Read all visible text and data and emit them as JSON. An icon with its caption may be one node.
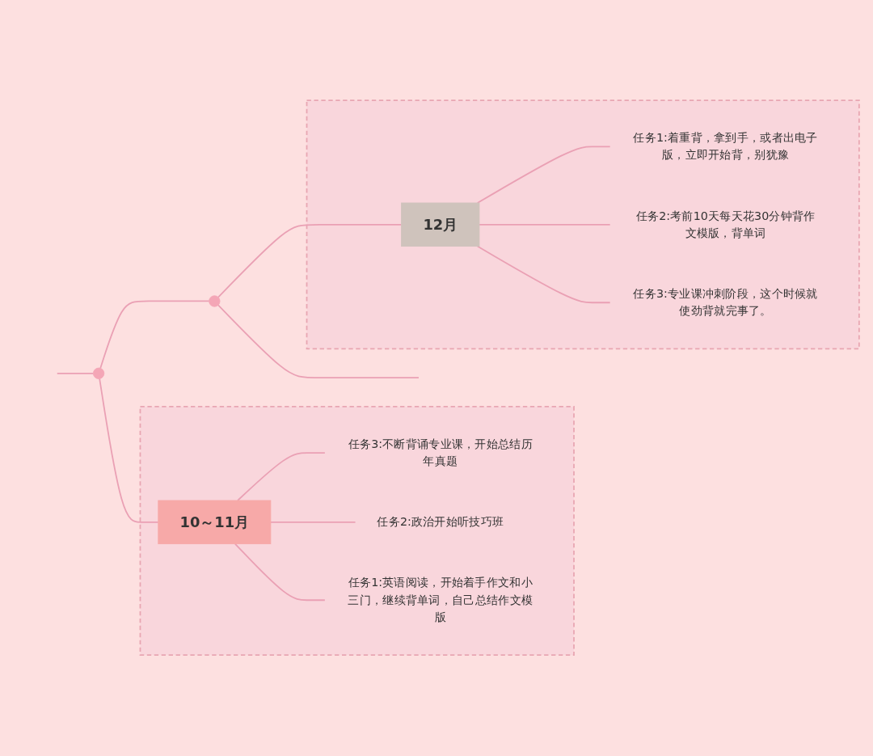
{
  "diagram": {
    "nodes": [
      {
        "text": [],
        "shape": "box"
      },
      {
        "text": [
          "10～11月"
        ],
        "in": 0
      },
      {
        "text": [
          "任务3:不断背诵专业课，开始总结历年真题"
        ],
        "in": 0
      },
      {
        "text": [
          "任务2:政治开始听技巧班"
        ],
        "in": 0
      },
      {
        "text": [
          "任务1:英语阅读，开始着手作文和小三门，继续背单词，自己总结作文模版"
        ],
        "in": 0
      },
      {
        "text": [],
        "shape": "circle"
      },
      {
        "text": [],
        "shape": "circle"
      },
      {
        "text": [],
        "shape": "box"
      },
      {
        "text": [
          "12月"
        ],
        "in": 7
      },
      {
        "text": [
          "任务1:着重背，拿到手，或者出电子版，立即开始背，别犹豫"
        ],
        "in": 7
      },
      {
        "text": [
          "任务2:考前10天每天花30分钟背作文模版，背单词"
        ],
        "in": 7
      },
      {
        "text": [
          "任务3:专业课冲刺阶段，这个时候就使劲背就完事了。"
        ],
        "in": 7
      }
    ],
    "edges": [
      {
        "from": null,
        "to": 5,
        "arrow": "none"
      },
      {
        "from": 5,
        "to": 6,
        "arrow": "none"
      },
      {
        "from": 6,
        "to": null,
        "arrow": "none"
      },
      {
        "from": 5,
        "to": 1,
        "arrow": "none"
      },
      {
        "from": 1,
        "to": 2,
        "arrow": "none"
      },
      {
        "from": 1,
        "to": 3,
        "arrow": "none"
      },
      {
        "from": 1,
        "to": 4,
        "arrow": "none"
      },
      {
        "from": 6,
        "to": 8,
        "arrow": "none"
      },
      {
        "from": 8,
        "to": 9,
        "arrow": "none"
      },
      {
        "from": 8,
        "to": 10,
        "arrow": "none"
      },
      {
        "from": 8,
        "to": 11,
        "arrow": "none"
      }
    ]
  }
}
